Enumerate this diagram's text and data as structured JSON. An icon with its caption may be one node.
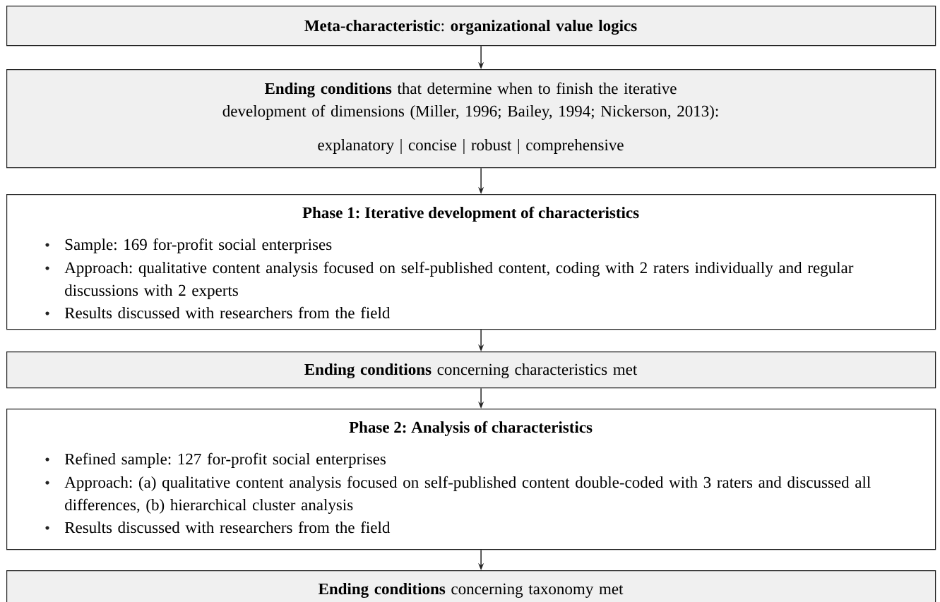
{
  "diagram": {
    "nodes": [
      {
        "text": [
          "**Meta-characteristic**: **organizational value logics**"
        ]
      },
      {
        "text": [
          "**Ending conditions** that determine when to finish the iterative development of dimensions (Miller, 1996; Bailey, 1994; Nickerson, 2013):",
          "explanatory | concise | robust | comprehensive"
        ]
      },
      {
        "text": [
          "Phase 1: Iterative development of characteristics",
          "Sample: 169 for-profit social enterprises",
          "Approach: qualitative content analysis focused on self-published content, coding with 2 raters individually and regular discussions with 2 experts",
          "Results discussed with researchers from the field"
        ]
      },
      {
        "text": [
          "**Ending conditions** concerning characteristics met"
        ]
      },
      {
        "text": [
          "Phase 2: Analysis of characteristics",
          "Refined sample: 127 for-profit social enterprises",
          "Approach: (a) qualitative content analysis focused on self-published content double-coded with 3 raters and discussed all differences, (b) hierarchical cluster analysis",
          "Results discussed with researchers from the field"
        ]
      },
      {
        "text": [
          "**Ending conditions** concerning taxonomy met"
        ]
      }
    ],
    "edges": [
      {
        "from": 0,
        "to": 1,
        "arrow": "to"
      },
      {
        "from": 1,
        "to": 2,
        "arrow": "to"
      },
      {
        "from": 2,
        "to": 3,
        "arrow": "to"
      },
      {
        "from": 3,
        "to": 4,
        "arrow": "to"
      },
      {
        "from": 4,
        "to": 5,
        "arrow": "to"
      }
    ]
  }
}
